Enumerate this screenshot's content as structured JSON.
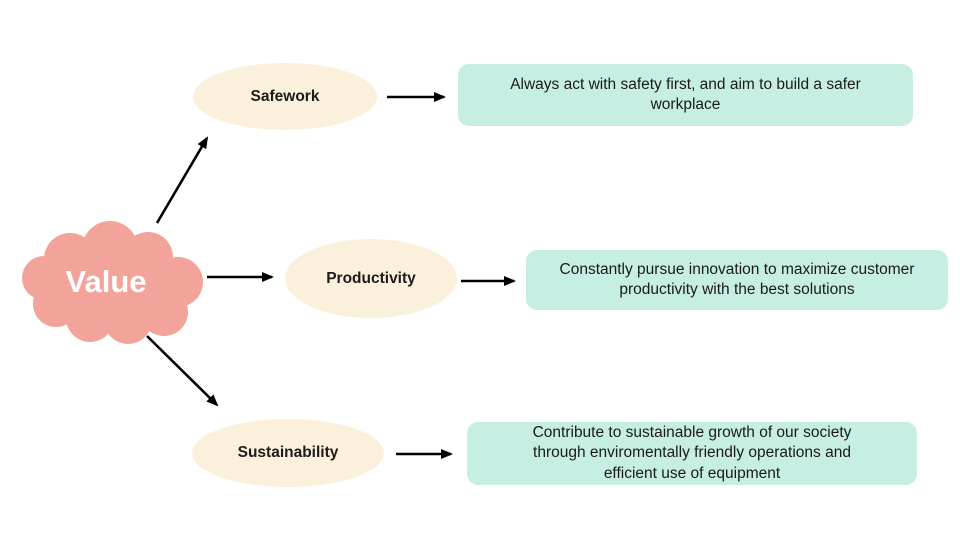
{
  "diagram": {
    "root": {
      "label": "Value"
    },
    "branches": [
      {
        "label": "Safework",
        "description": "Always act with safety first, and aim to build a safer workplace"
      },
      {
        "label": "Productivity",
        "description": "Constantly pursue innovation to maximize customer productivity with the best solutions"
      },
      {
        "label": "Sustainability",
        "description": "Contribute to sustainable growth of our society through enviromentally friendly operations and efficient use of equipment"
      }
    ],
    "colors": {
      "root_fill": "#F2A49A",
      "root_text": "#FFFFFF",
      "node_fill": "#FAF0DB",
      "box_fill": "#C7EEE2",
      "arrow": "#000000",
      "text": "#1A1A1A",
      "background": "#FFFFFF"
    }
  }
}
